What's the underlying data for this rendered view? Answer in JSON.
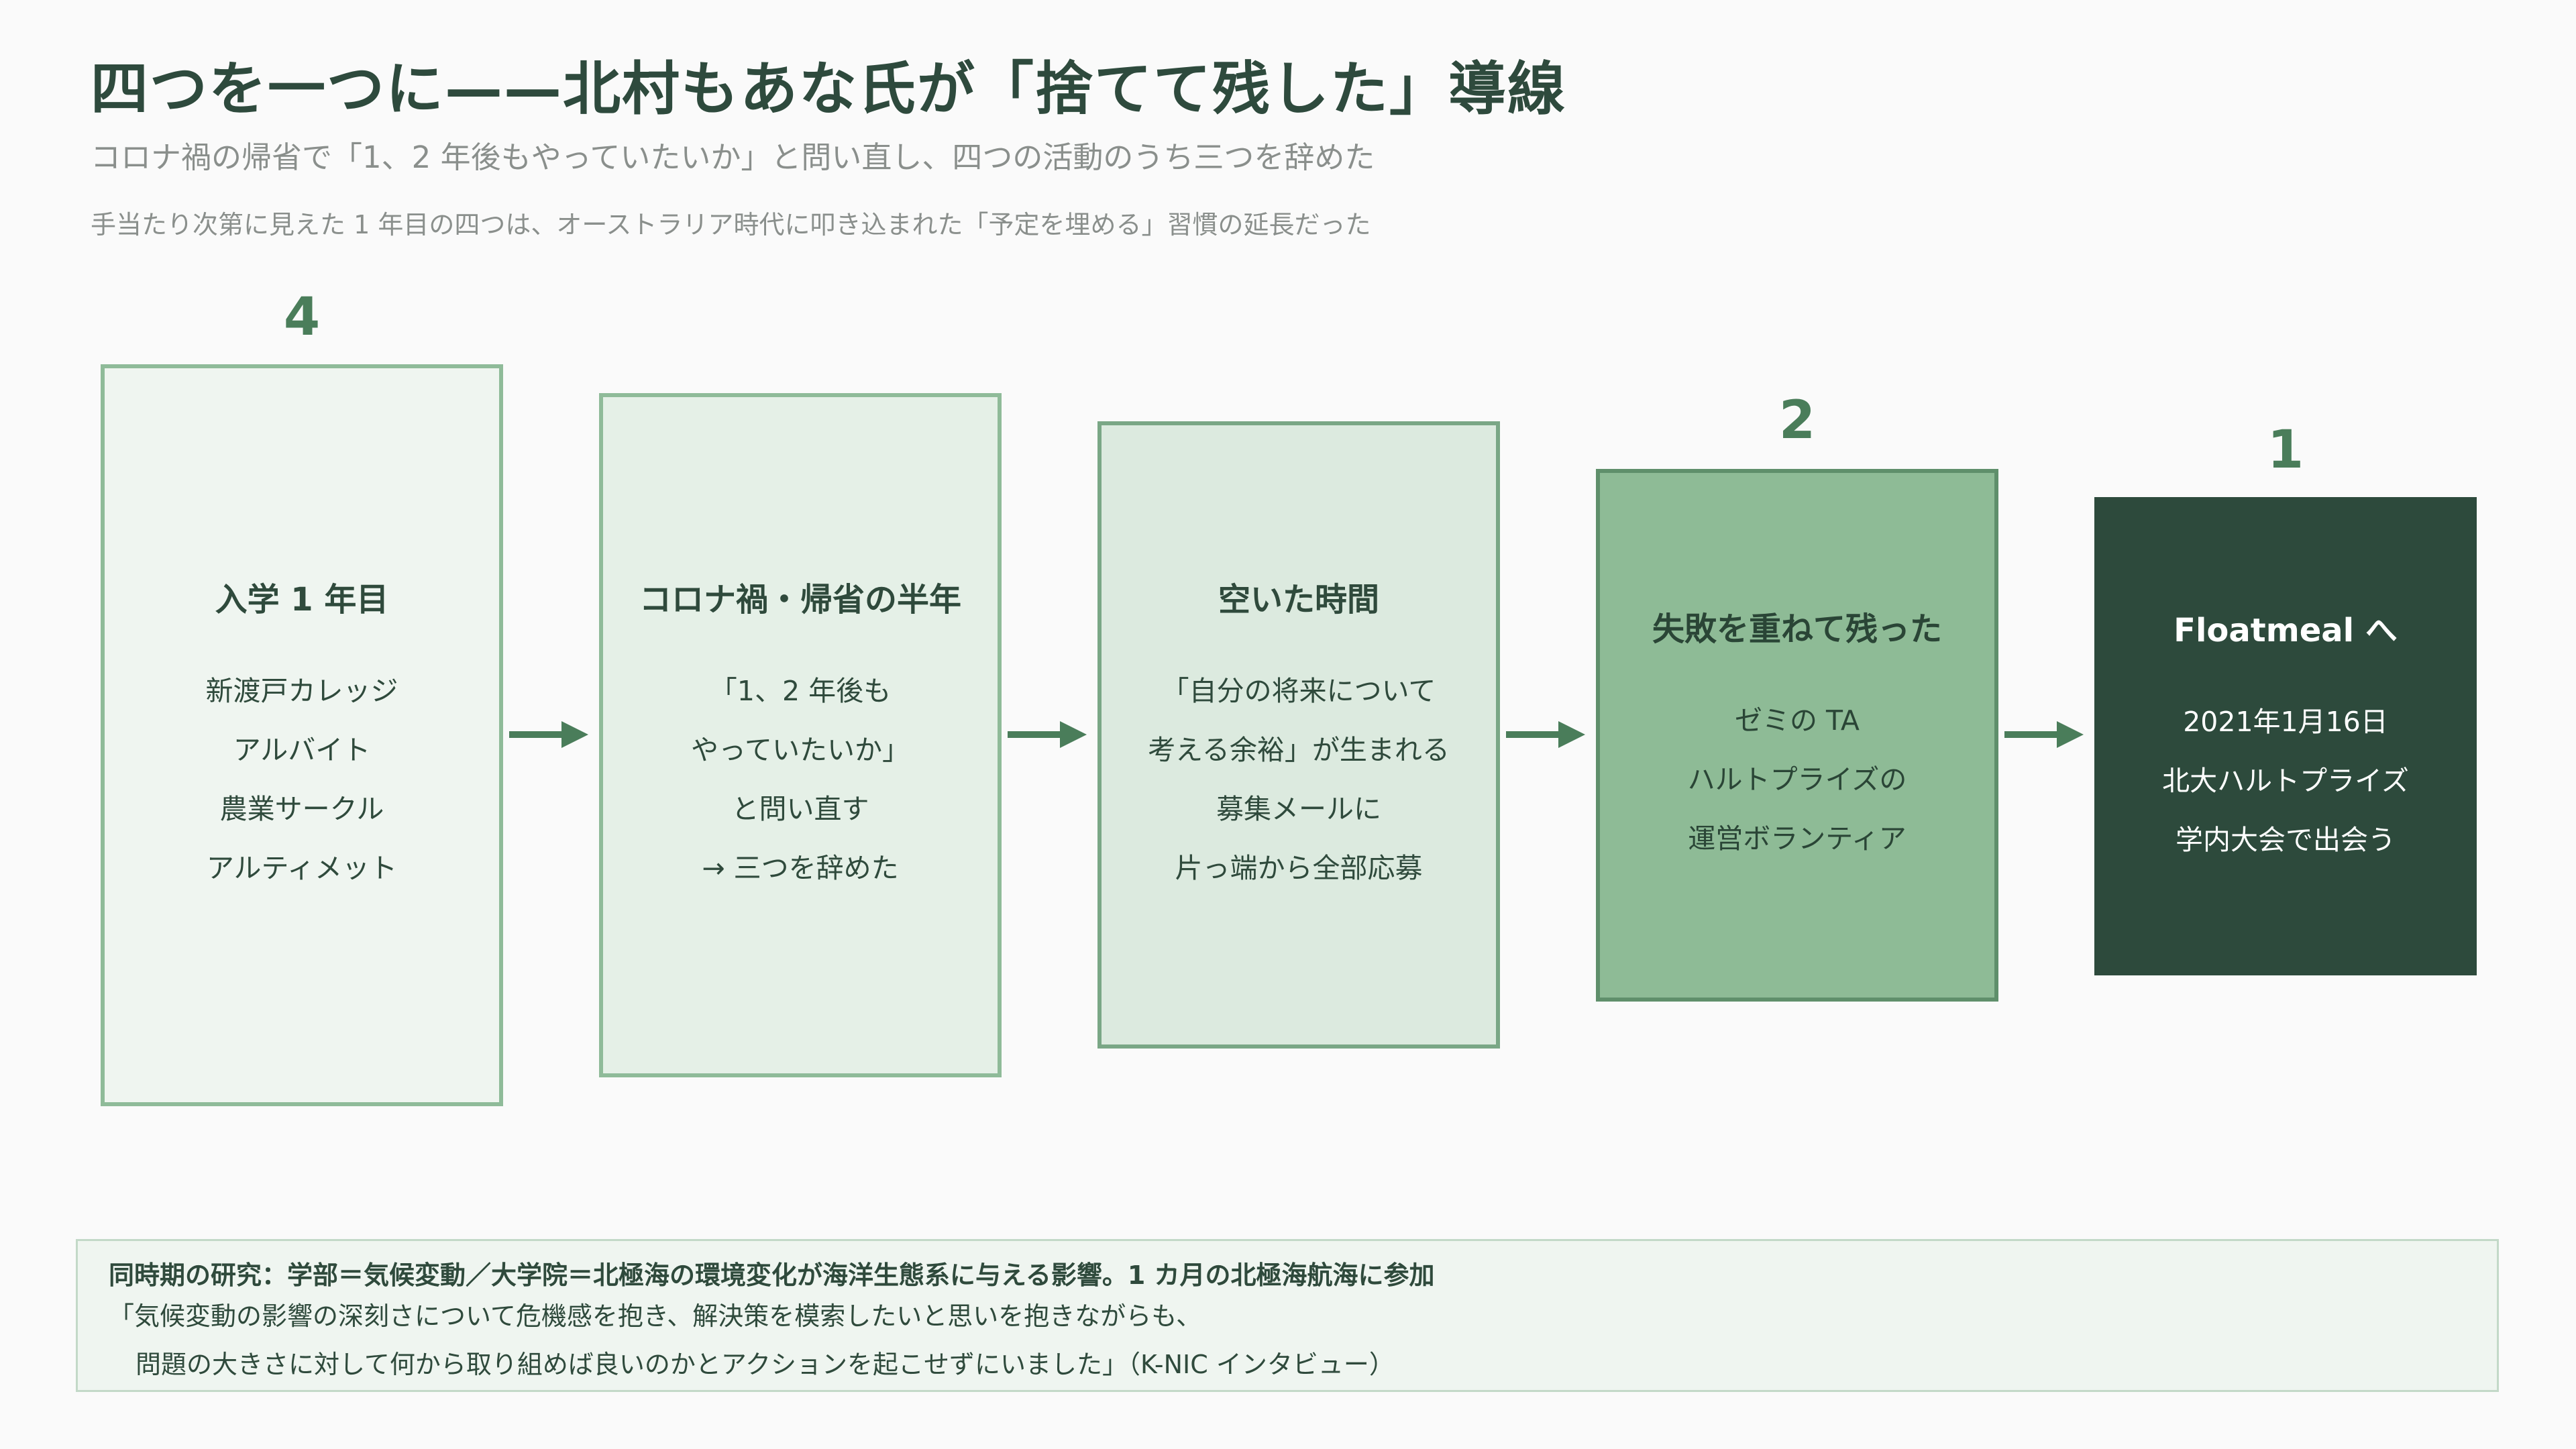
{
  "header": {
    "title": "四つを一つに——北村もあな氏が「捨てて残した」導線",
    "subtitle": "コロナ禍の帰省で「1、2 年後もやっていたいか」と問い直し、四つの活動のうち三つを辞めた",
    "note": "手当たり次第に見えた 1 年目の四つは、オーストラリア時代に叩き込まれた「予定を埋める」習慣の延長だった"
  },
  "steps": [
    {
      "count": "4",
      "title": "入学 1 年目",
      "lines": [
        "新渡戸カレッジ",
        "アルバイト",
        "農業サークル",
        "アルティメット"
      ]
    },
    {
      "count": "",
      "title": "コロナ禍・帰省の半年",
      "lines": [
        "「1、2 年後も",
        "やっていたいか」",
        "と問い直す",
        "→ 三つを辞めた"
      ]
    },
    {
      "count": "",
      "title": "空いた時間",
      "lines": [
        "「自分の将来について",
        "考える余裕」が生まれる",
        "募集メールに",
        "片っ端から全部応募"
      ]
    },
    {
      "count": "2",
      "title": "失敗を重ねて残った",
      "lines": [
        "ゼミの TA",
        "ハルトプライズの",
        "運営ボランティア"
      ]
    },
    {
      "count": "1",
      "title": "Floatmeal へ",
      "lines": [
        "2021年1月16日",
        "北大ハルトプライズ",
        "学内大会で出会う"
      ]
    }
  ],
  "footer": {
    "heading": "同時期の研究：学部＝気候変動／大学院＝北極海の環境変化が海洋生態系に与える影響。1 カ月の北極海航海に参加",
    "quote_line1": "「気候変動の影響の深刻さについて危機感を抱き、解決策を模索したいと思いを抱きながらも、",
    "quote_line2": "問題の大きさに対して何から取り組めば良いのかとアクションを起こせずにいました」（K-NIC インタビュー）"
  },
  "colors": {
    "accent": "#4a7d5a",
    "dark_box": "#2d4a3c",
    "background": "#fafafa"
  }
}
